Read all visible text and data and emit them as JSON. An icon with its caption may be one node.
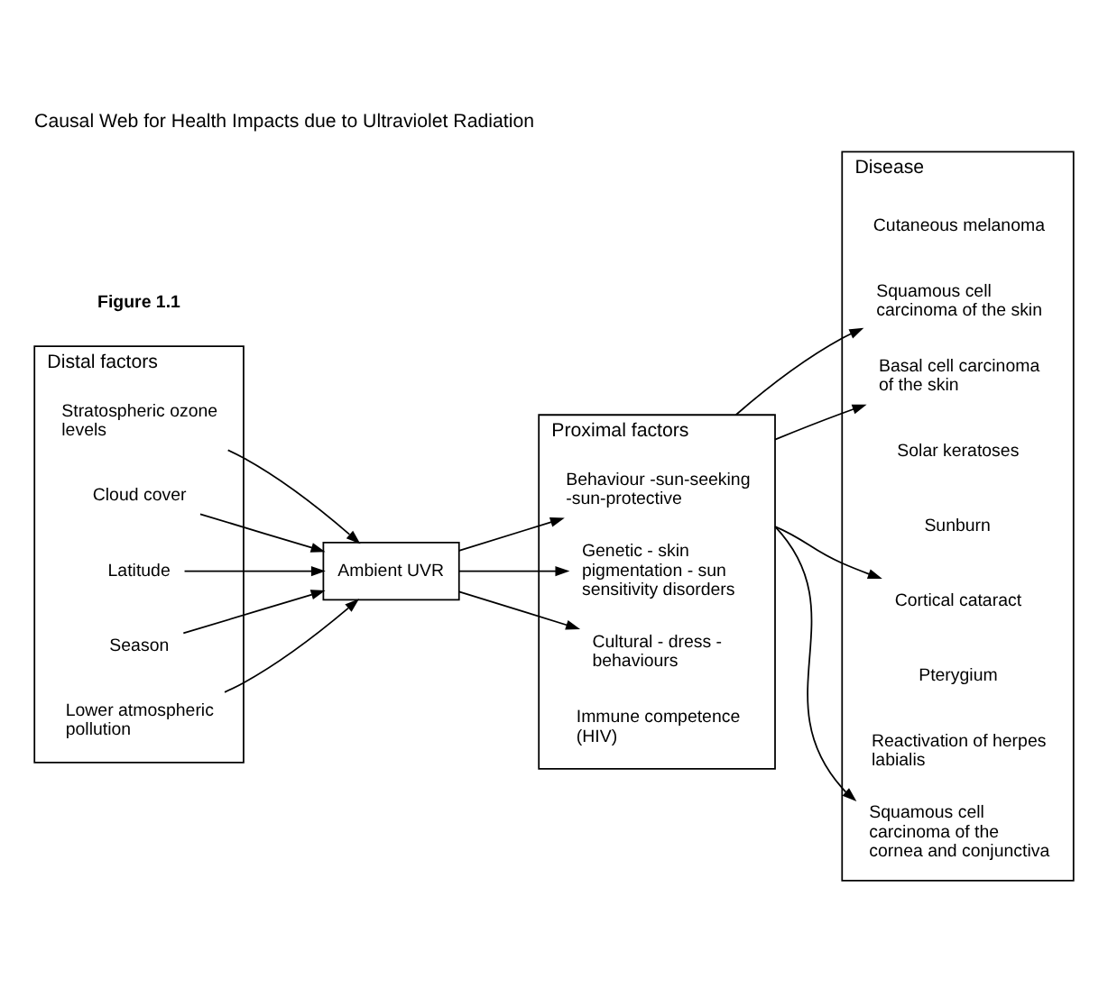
{
  "diagram": {
    "title": "Causal Web for Health Impacts due to Ultraviolet Radiation",
    "nodes": [
      {
        "text": [
          "Distal factors"
        ]
      },
      {
        "text": [
          "Stratospheric ozone levels"
        ],
        "in": 0
      },
      {
        "text": [
          "Cloud cover"
        ],
        "in": 0
      },
      {
        "text": [
          "Latitude"
        ],
        "in": 0
      },
      {
        "text": [
          "Season"
        ],
        "in": 0
      },
      {
        "text": [
          "Lower atmospheric pollution"
        ],
        "in": 0
      },
      {
        "text": [
          "Ambient UVR"
        ]
      },
      {
        "text": [
          "Proximal factors"
        ]
      },
      {
        "text": [
          "Behaviour -sun-seeking -sun-protective"
        ],
        "in": 7
      },
      {
        "text": [
          "Genetic - skin pigmentation - sun sensitivity disorders"
        ],
        "in": 7
      },
      {
        "text": [
          "Cultural - dress - behaviours"
        ],
        "in": 7
      },
      {
        "text": [
          "Immune competence (HIV)"
        ],
        "in": 7
      },
      {
        "text": [
          "Disease"
        ]
      },
      {
        "text": [
          "Cutaneous melanoma"
        ],
        "in": 12
      },
      {
        "text": [
          "Squamous cell carcinoma of the skin"
        ],
        "in": 12
      },
      {
        "text": [
          "Basal cell carcinoma of the skin"
        ],
        "in": 12
      },
      {
        "text": [
          "Solar keratoses"
        ],
        "in": 12
      },
      {
        "text": [
          "Sunburn"
        ],
        "in": 12
      },
      {
        "text": [
          "Cortical cataract"
        ],
        "in": 12
      },
      {
        "text": [
          "Pterygium"
        ],
        "in": 12
      },
      {
        "text": [
          "Reactivation of herpes labialis"
        ],
        "in": 12
      },
      {
        "text": [
          "Squamous cell carcinoma of the cornea and conjunctiva"
        ],
        "in": 12
      }
    ],
    "edges": [
      {
        "from": 1,
        "to": 6,
        "arrow": "to"
      },
      {
        "from": 2,
        "to": 6,
        "arrow": "to"
      },
      {
        "from": 3,
        "to": 6,
        "arrow": "to"
      },
      {
        "from": 4,
        "to": 6,
        "arrow": "to"
      },
      {
        "from": 5,
        "to": 6,
        "arrow": "to"
      },
      {
        "from": 6,
        "to": 8,
        "arrow": "to"
      },
      {
        "from": 6,
        "to": 9,
        "arrow": "to"
      },
      {
        "from": 6,
        "to": 10,
        "arrow": "to"
      },
      {
        "from": 7,
        "to": 14,
        "arrow": "to"
      },
      {
        "from": 7,
        "to": 15,
        "arrow": "to"
      },
      {
        "from": 7,
        "to": 18,
        "arrow": "to"
      },
      {
        "from": 7,
        "to": 21,
        "arrow": "to"
      }
    ],
    "labels": [
      "Figure 1.1"
    ]
  }
}
